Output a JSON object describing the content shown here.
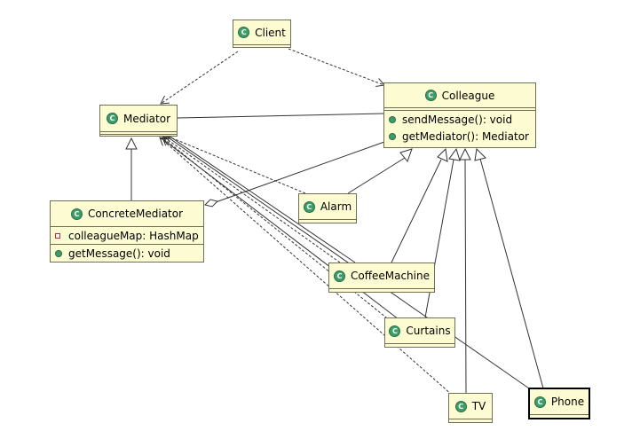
{
  "classes": {
    "client": {
      "name": "Client"
    },
    "mediator": {
      "name": "Mediator"
    },
    "colleague": {
      "name": "Colleague",
      "methods": [
        "sendMessage(): void",
        "getMediator(): Mediator"
      ]
    },
    "concrete_mediator": {
      "name": "ConcreteMediator",
      "fields": [
        "colleagueMap: HashMap"
      ],
      "methods": [
        "getMessage(): void"
      ]
    },
    "alarm": {
      "name": "Alarm"
    },
    "coffee_machine": {
      "name": "CoffeeMachine"
    },
    "curtains": {
      "name": "Curtains"
    },
    "tv": {
      "name": "TV"
    },
    "phone": {
      "name": "Phone"
    }
  },
  "icon": {
    "class_glyph": "C",
    "class_icon": "class-icon",
    "method_icon": "public-method-icon",
    "field_icon": "private-field-icon"
  },
  "colors": {
    "box_fill": "#fdfbd2",
    "box_border": "#6f6f57",
    "icon_green": "#3f9d6a",
    "line": "#333333"
  }
}
